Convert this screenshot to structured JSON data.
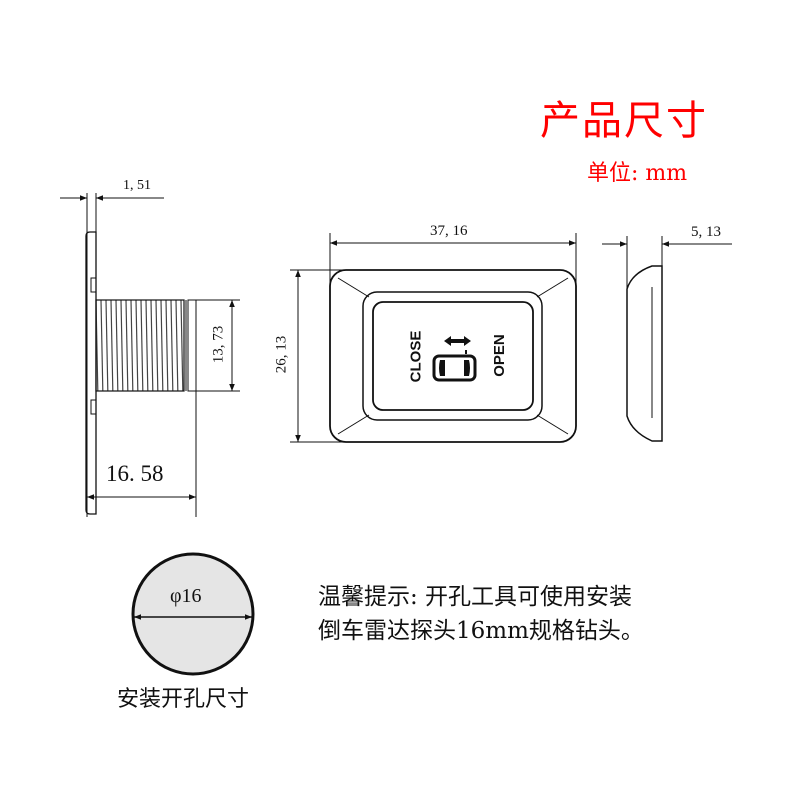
{
  "header": {
    "title": "产品尺寸",
    "unit_label": "单位: mm"
  },
  "colors": {
    "title": "#ff0000",
    "line": "#111111",
    "hole_fill": "#e5e5e5"
  },
  "side_view": {
    "flange_thickness": "1, 51",
    "thread_diameter": "13, 73",
    "total_length": "16. 58"
  },
  "front_view": {
    "width": "37, 16",
    "height": "26, 13",
    "button": {
      "left_label": "CLOSE",
      "right_label": "OPEN",
      "icon": "sliding-door-arrow-icon"
    }
  },
  "profile_view": {
    "thickness": "5, 13"
  },
  "hole": {
    "diameter_label": "φ16",
    "caption": "安装开孔尺寸"
  },
  "note": {
    "line1": "温馨提示: 开孔工具可使用安装",
    "line2": "倒车雷达探头16mm规格钻头。"
  }
}
